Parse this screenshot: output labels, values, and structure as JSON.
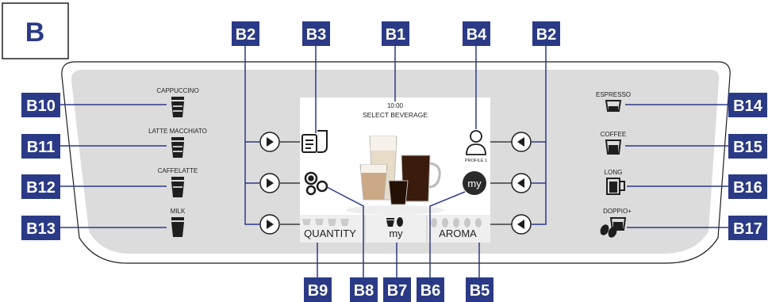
{
  "section_label": "B",
  "callouts": {
    "b1": "B1",
    "b2": "B2",
    "b3": "B3",
    "b4": "B4",
    "b5": "B5",
    "b6": "B6",
    "b7": "B7",
    "b8": "B8",
    "b9": "B9",
    "b10": "B10",
    "b11": "B11",
    "b12": "B12",
    "b13": "B13",
    "b14": "B14",
    "b15": "B15",
    "b16": "B16",
    "b17": "B17"
  },
  "left_beverages": [
    "CAPPUCCINO",
    "LATTE MACCHIATO",
    "CAFFELATTE",
    "MILK"
  ],
  "right_beverages": [
    "ESPRESSO",
    "COFFEE",
    "LONG",
    "DOPPIO+"
  ],
  "screen": {
    "time": "10:00",
    "prompt": "SELECT BEVERAGE",
    "profile": "PROFILE 1",
    "my_button": "my",
    "quantity": "QUANTITY",
    "my": "my",
    "aroma": "AROMA"
  },
  "colors": {
    "callout_bg": "#2b3a86",
    "panel_bg": "#dcdcdc",
    "screen_bg": "#ffffff",
    "icon": "#1e1e1e"
  }
}
